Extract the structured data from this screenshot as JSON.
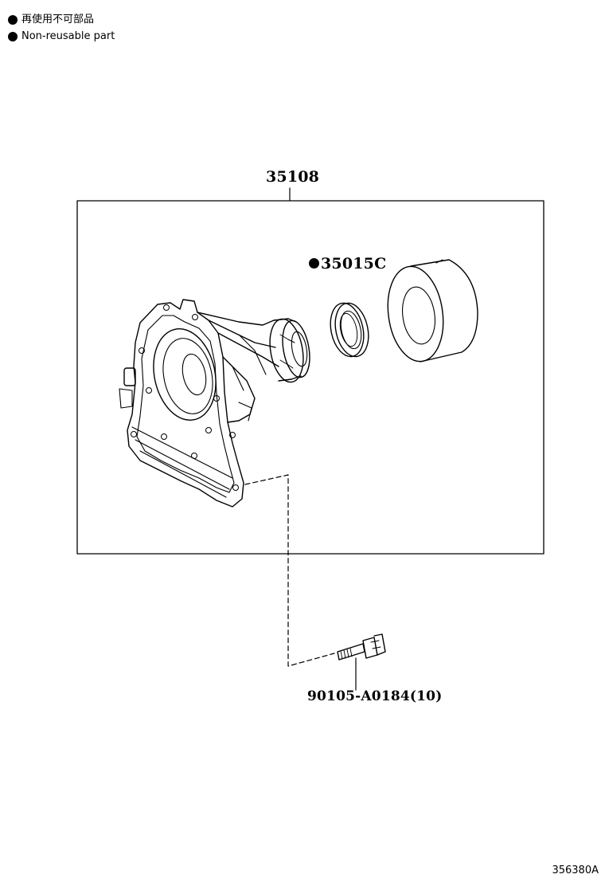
{
  "legend": {
    "items": [
      {
        "icon": "filled-circle-icon",
        "text": "再使用不可部品"
      },
      {
        "icon": "filled-circle-icon",
        "text": "Non-reusable part"
      }
    ]
  },
  "parts": {
    "assembly": {
      "number": "35108"
    },
    "oil_seal": {
      "number": "35015C",
      "non_reusable": true
    },
    "bolt": {
      "number": "90105-A0184(10)"
    }
  },
  "illustration_code": "356380A"
}
